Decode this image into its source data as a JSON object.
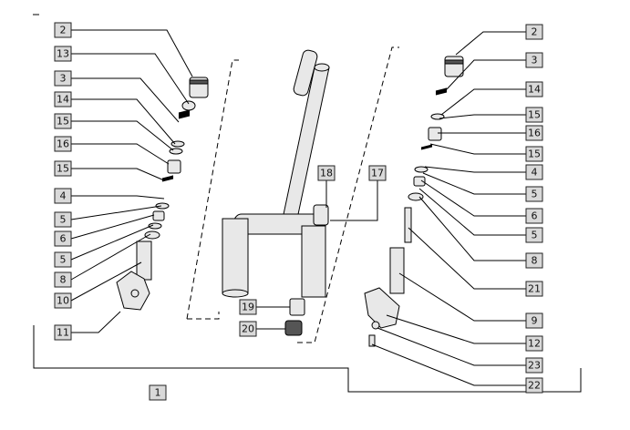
{
  "left_fork": {
    "callouts": [
      "2",
      "13",
      "3",
      "14",
      "15",
      "16",
      "15",
      "4",
      "5",
      "6",
      "5",
      "8",
      "10",
      "11"
    ]
  },
  "center": {
    "callouts": [
      "18",
      "17",
      "19",
      "20"
    ]
  },
  "right_fork": {
    "callouts": [
      "2",
      "3",
      "14",
      "15",
      "16",
      "15",
      "4",
      "5",
      "6",
      "5",
      "8",
      "21",
      "9",
      "12",
      "23",
      "22"
    ]
  },
  "assembly_label": "1"
}
